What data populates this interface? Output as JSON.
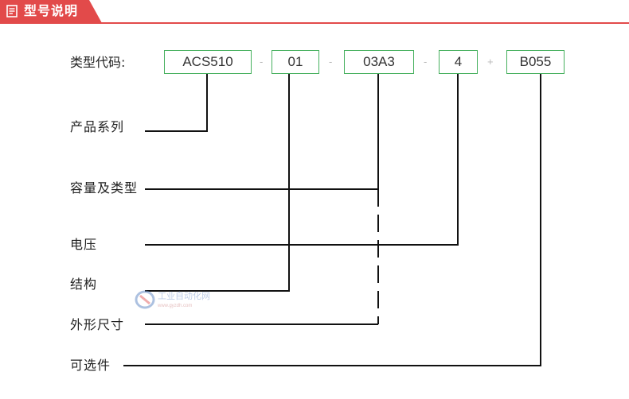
{
  "header": {
    "title": "型号说明",
    "icon": "document-icon",
    "accent_color": "#e24a4a"
  },
  "type_code": {
    "label": "类型代码:",
    "segments": [
      {
        "value": "ACS510"
      },
      {
        "value": "01"
      },
      {
        "value": "03A3"
      },
      {
        "value": "4"
      },
      {
        "value": "B055"
      }
    ],
    "separators": [
      "-",
      "-",
      "-",
      "+"
    ],
    "box_color": "#46b05e"
  },
  "fields": [
    {
      "label": "产品系列"
    },
    {
      "label": "容量及类型"
    },
    {
      "label": "电压"
    },
    {
      "label": "结构"
    },
    {
      "label": "外形尺寸"
    },
    {
      "label": "可选件"
    }
  ],
  "watermark": {
    "text_cn": "工业自动化网",
    "text_url": "www.gyzdh.com"
  }
}
